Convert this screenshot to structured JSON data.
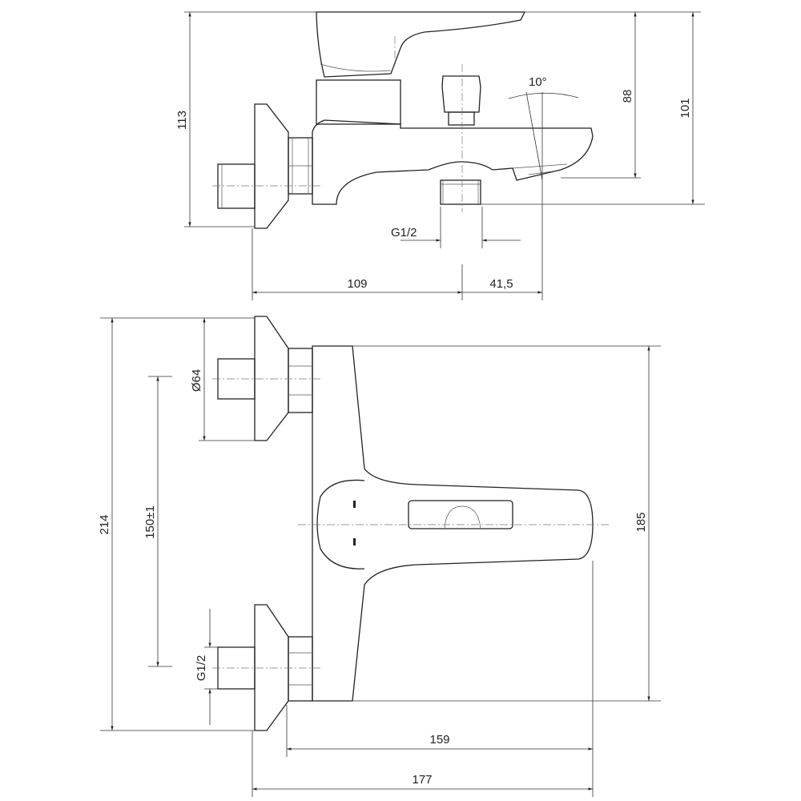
{
  "drawing": {
    "side_view": {
      "height_total": "113",
      "height_spout": "88",
      "height_top": "101",
      "angle": "10°",
      "outlet_thread": "G1/2",
      "projection_body": "109",
      "projection_spout": "41,5"
    },
    "top_view": {
      "flange_diameter": "Ø64",
      "total_width": "214",
      "inlet_spacing": "150±1",
      "body_length": "185",
      "inlet_thread": "G1/2",
      "depth_body": "159",
      "depth_total": "177"
    }
  },
  "colors": {
    "line": "#222222",
    "background": "#ffffff"
  }
}
